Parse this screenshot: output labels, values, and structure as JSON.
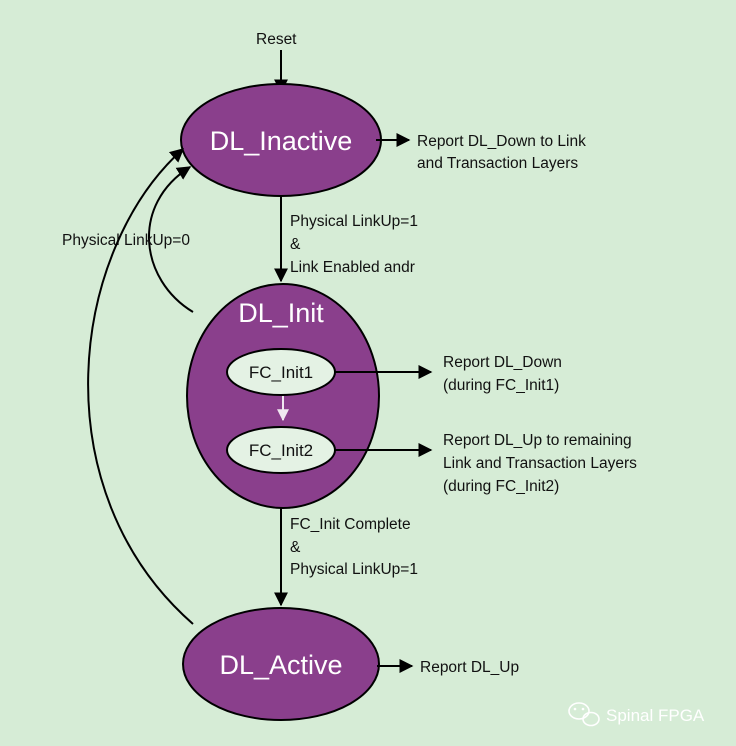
{
  "colors": {
    "background": "#d6ecd6",
    "state_fill": "#8a3f8c",
    "substate_fill": "#e4f2e4",
    "line": "#000000"
  },
  "reset_label": "Reset",
  "states": {
    "dl_inactive": "DL_Inactive",
    "dl_init": "DL_Init",
    "fc_init1": "FC_Init1",
    "fc_init2": "FC_Init2",
    "dl_active": "DL_Active"
  },
  "transitions": {
    "inactive_to_init": [
      "Physical LinkUp=1",
      "&",
      "Link Enabled andr"
    ],
    "init_to_inactive": "Physical LinkUp=0",
    "init_to_active": [
      "FC_Init Complete",
      "&",
      "Physical LinkUp=1"
    ]
  },
  "outputs": {
    "inactive": [
      "Report DL_Down to Link",
      "and Transaction Layers"
    ],
    "fc_init1": [
      "Report DL_Down",
      "(during FC_Init1)"
    ],
    "fc_init2": [
      "Report DL_Up to remaining",
      "Link and Transaction Layers",
      "(during FC_Init2)"
    ],
    "active": "Report DL_Up"
  },
  "watermark": {
    "icon": "wechat-icon",
    "text": "Spinal FPGA"
  }
}
